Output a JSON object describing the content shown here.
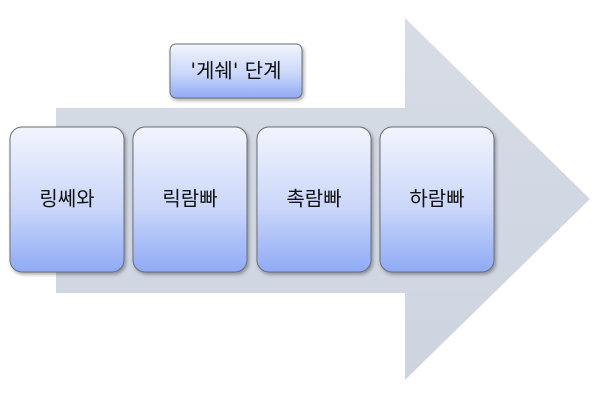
{
  "title_box": {
    "label": "'게쉐' 단계"
  },
  "stages": [
    {
      "label": "링쎄와"
    },
    {
      "label": "릭람빠"
    },
    {
      "label": "촉람빠"
    },
    {
      "label": "하람빠"
    }
  ],
  "colors": {
    "arrow_fill": "#d3d9e3",
    "box_gradient_top": "#f2f5fd",
    "box_gradient_bottom": "#8faaf5",
    "box_stroke": "#6b6f78"
  }
}
